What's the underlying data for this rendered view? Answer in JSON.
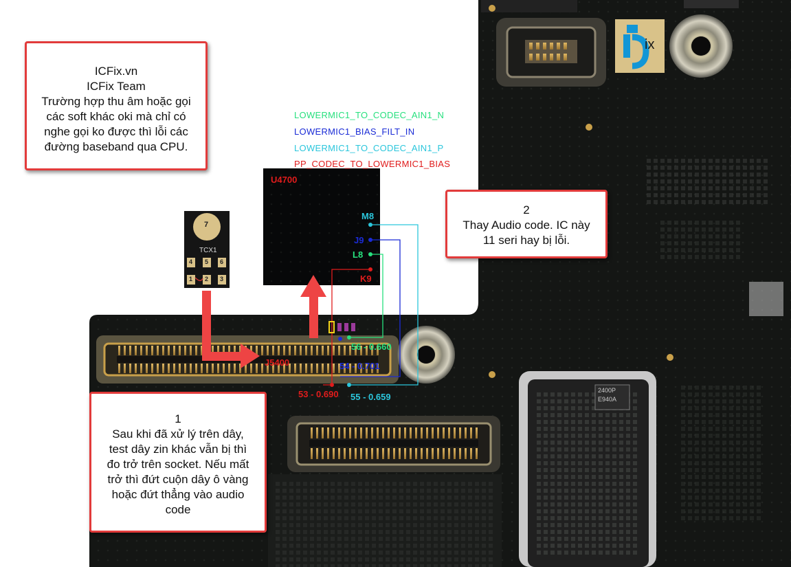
{
  "notes": {
    "team": {
      "lines": [
        "ICFix.vn",
        "ICFix Team",
        "Trường hợp thu âm hoặc gọi",
        "các soft khác oki mà chỉ có",
        "nghe gọi ko được thì lỗi các",
        "đường baseband qua CPU."
      ]
    },
    "audio_codec": {
      "lines": [
        "2",
        "Thay Audio code. IC này",
        "11 seri hay bị lỗi."
      ]
    },
    "socket": {
      "lines": [
        "1",
        "Sau khi đã xử lý trên dây,",
        "test dây zin khác vẫn bị thì",
        "đo trở trên socket. Nếu mất",
        "trở thì đứt cuộn dây ô vàng",
        "hoặc đứt thẳng vào audio",
        "code"
      ]
    }
  },
  "signals": [
    {
      "name": "LOWERMIC1_TO_CODEC_AIN1_N",
      "color": "#27e07e"
    },
    {
      "name": "LOWERMIC1_BIAS_FILT_IN",
      "color": "#1a2bd6"
    },
    {
      "name": "LOWERMIC1_TO_CODEC_AIN1_P",
      "color": "#2bc6dc"
    },
    {
      "name": "PP_CODEC_TO_LOWERMIC1_BIAS",
      "color": "#e01c1c"
    }
  ],
  "chip": {
    "ref": "U4700"
  },
  "chip_pins": [
    {
      "label": "M8",
      "color": "#2bc6dc"
    },
    {
      "label": "J9",
      "color": "#1a2bd6"
    },
    {
      "label": "L8",
      "color": "#27e07e"
    },
    {
      "label": "K9",
      "color": "#e01c1c"
    }
  ],
  "connector": {
    "ref": "J5400"
  },
  "measurements": [
    {
      "text": "56 - 0.660",
      "color": "#27e07e"
    },
    {
      "text": "54 - 0.701",
      "color": "#1a2bd6"
    },
    {
      "text": "53 - 0.690",
      "color": "#e01c1c"
    },
    {
      "text": "55 - 0.659",
      "color": "#2bc6dc"
    }
  ],
  "mic_part": {
    "number": "7",
    "ref": "TCX1",
    "pads": [
      "4",
      "5",
      "6",
      "1",
      "2",
      "3"
    ]
  },
  "logo": {
    "text": "ix"
  },
  "component_marking": [
    "2400P",
    "E940A"
  ],
  "colors": {
    "board": "#141614",
    "gold": "#c9a04a",
    "note_border": "#e23b3b",
    "arrow": "#ee4444"
  }
}
